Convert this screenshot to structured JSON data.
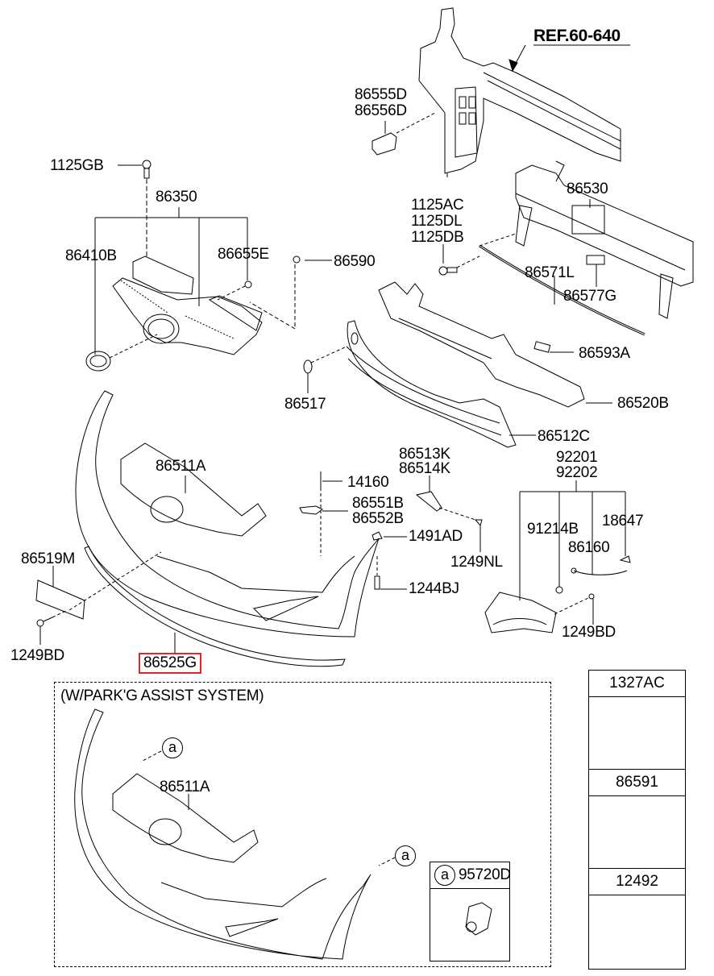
{
  "diagram": {
    "title": "Front bumper assembly exploded parts diagram",
    "reference": "REF.60-640",
    "highlight_color": "#e0262b",
    "highlighted_part": "86525G",
    "parts": {
      "p86555D": "86555D",
      "p86556D": "86556D",
      "p1125GB": "1125GB",
      "p86350": "86350",
      "p86410B": "86410B",
      "p86655E": "86655E",
      "p86590": "86590",
      "p1125AC": "1125AC",
      "p1125DL": "1125DL",
      "p1125DB": "1125DB",
      "p86530": "86530",
      "p86571L": "86571L",
      "p86577G": "86577G",
      "p86593A": "86593A",
      "p86517": "86517",
      "p86520B": "86520B",
      "p86512C": "86512C",
      "p86511A": "86511A",
      "p14160": "14160",
      "p86551B": "86551B",
      "p86552B": "86552B",
      "p86513K": "86513K",
      "p86514K": "86514K",
      "p1491AD": "1491AD",
      "p1249NL": "1249NL",
      "p1244BJ": "1244BJ",
      "p92201": "92201",
      "p92202": "92202",
      "p91214B": "91214B",
      "p18647": "18647",
      "p86160": "86160",
      "p1249BD_right": "1249BD",
      "p86519M": "86519M",
      "p1249BD_left": "1249BD",
      "p86525G": "86525G"
    },
    "inset": {
      "title": "(W/PARK'G ASSIST SYSTEM)",
      "part_86511A": "86511A",
      "callout_letter": "a",
      "sensor_callout": "a",
      "sensor_part": "95720D"
    },
    "fastener_table": [
      {
        "part": "1327AC",
        "icon": "flange-nut-icon"
      },
      {
        "part": "86591",
        "icon": "flange-screw-icon"
      },
      {
        "part": "12492",
        "icon": "tapping-screw-icon"
      }
    ]
  }
}
